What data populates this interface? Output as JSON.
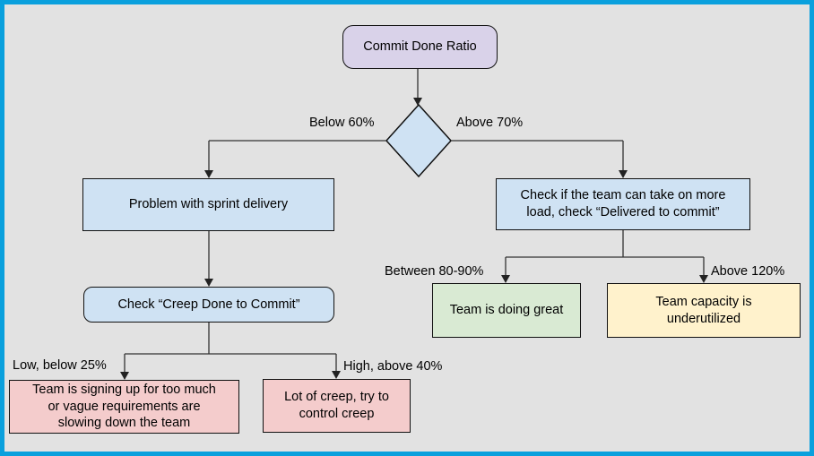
{
  "frame": {
    "border_color": "#0aa0dd",
    "background": "#e2e2e2"
  },
  "flowchart": {
    "nodes": {
      "commit_done_ratio": {
        "label": "Commit Done Ratio",
        "fill": "#d9d2e9",
        "shape": "rounded-rect"
      },
      "decision": {
        "fill": "#cfe2f3",
        "shape": "diamond"
      },
      "problem_sprint": {
        "label": "Problem with sprint delivery",
        "fill": "#cfe2f3"
      },
      "check_creep": {
        "label": "Check “Creep Done to Commit”",
        "fill": "#cfe2f3"
      },
      "check_load": {
        "label": "Check if the team can take on more load, check “Delivered to commit”",
        "fill": "#cfe2f3"
      },
      "signing_too_much": {
        "label": "Team is signing up for too much or vague requirements are slowing down the team",
        "fill": "#f4cccc"
      },
      "lot_of_creep": {
        "label": "Lot of creep, try to control creep",
        "fill": "#f4cccc"
      },
      "doing_great": {
        "label": "Team is doing great",
        "fill": "#d9ead3"
      },
      "underutilized": {
        "label": "Team capacity is underutilized",
        "fill": "#fff2cc"
      }
    },
    "edge_labels": {
      "below_60": "Below 60%",
      "above_70": "Above 70%",
      "low_below_25": "Low, below 25%",
      "high_above_40": "High, above 40%",
      "between_80_90": "Between 80-90%",
      "above_120": "Above 120%"
    }
  }
}
